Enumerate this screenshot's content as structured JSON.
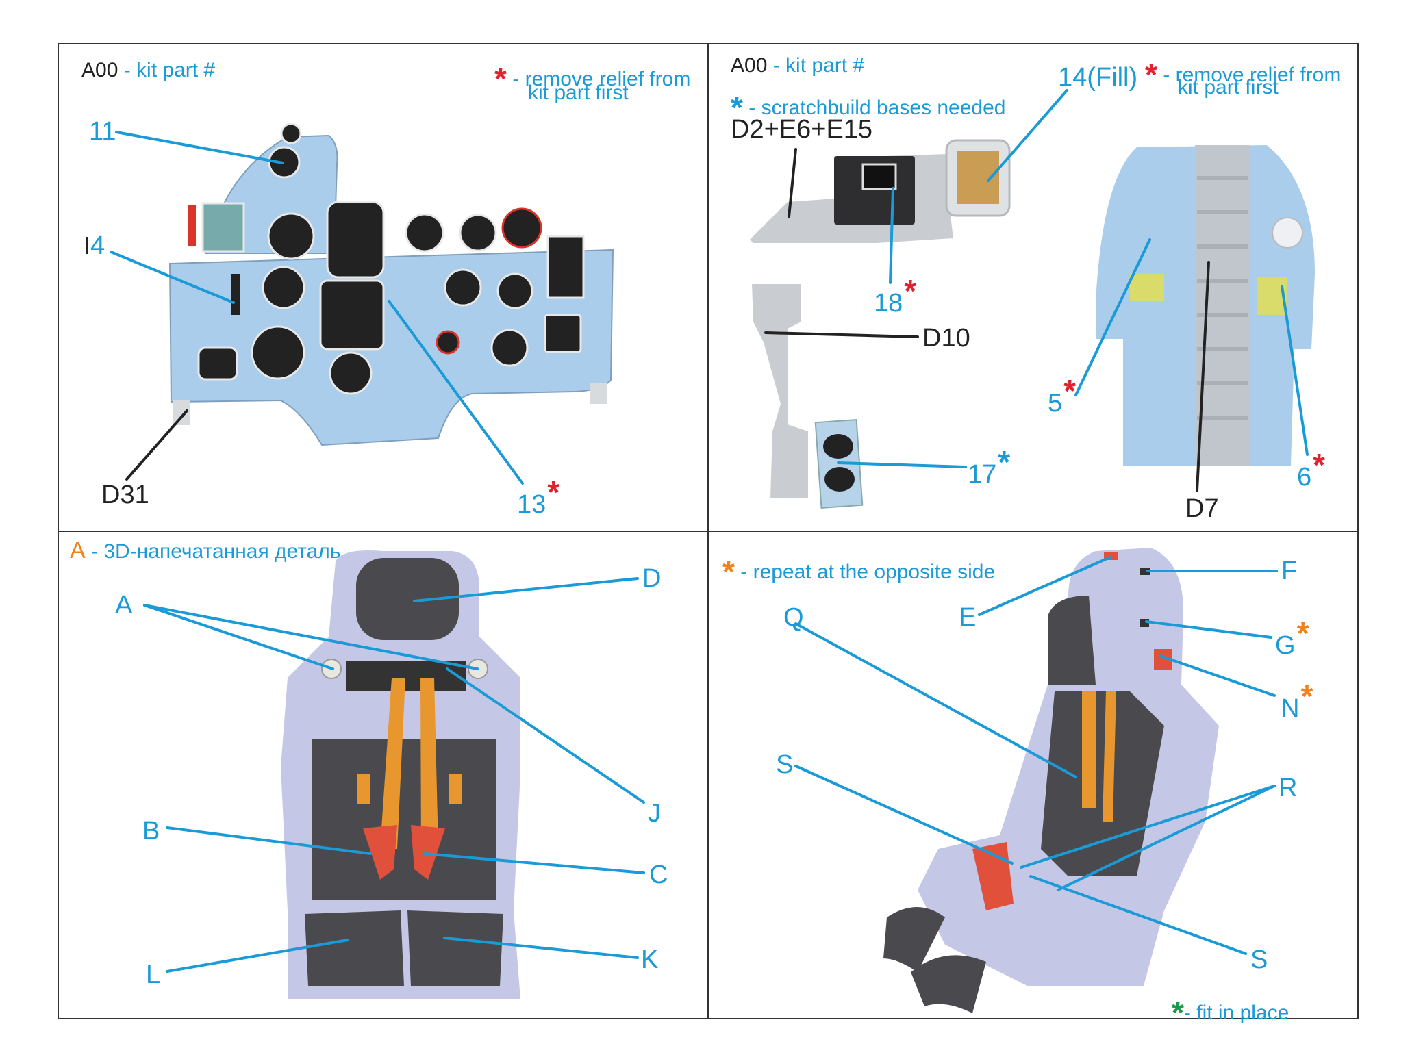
{
  "panels": {
    "instrument_panel": {
      "legend_part": {
        "code": "A00",
        "text": "- kit part #"
      },
      "legend_remove": {
        "symbol": "*",
        "line1": "- remove relief from",
        "line2": "kit part first"
      },
      "callouts": {
        "p11": "11",
        "p4": "4",
        "d31": "D31",
        "p13": "13",
        "p13_mark": "*"
      }
    },
    "side_consoles": {
      "legend_part": {
        "code": "A00",
        "text": "- kit part #"
      },
      "legend_scratch": {
        "symbol": "*",
        "text": "- scratchbuild bases needed"
      },
      "legend_remove": {
        "symbol": "*",
        "line1": "- remove relief from",
        "line2": "kit part first"
      },
      "callouts": {
        "d2": "D2+E6+E15",
        "p14": "14(Fill)",
        "p18": "18",
        "p18_mark": "*",
        "d10": "D10",
        "p17": "17",
        "p17_mark": "*",
        "p5": "5",
        "p5_mark": "*",
        "p6": "6",
        "p6_mark": "*",
        "d7": "D7"
      }
    },
    "seat_front": {
      "legend": {
        "code": "A",
        "text": "- 3D-напечатанная деталь"
      },
      "callouts": {
        "a": "A",
        "b": "B",
        "c": "C",
        "d": "D",
        "j": "J",
        "k": "K",
        "l": "L"
      }
    },
    "seat_side": {
      "legend_repeat": {
        "symbol": "*",
        "text": "- repeat at the opposite side"
      },
      "legend_fit": {
        "symbol": "*",
        "text": "- fit in place"
      },
      "callouts": {
        "e": "E",
        "f": "F",
        "g": "G",
        "g_mark": "*",
        "n": "N",
        "n_mark": "*",
        "q": "Q",
        "r": "R",
        "s1": "S",
        "s2": "S"
      }
    }
  },
  "colors": {
    "label_cyan": "#1a9ad6",
    "remove_red": "#e0212e",
    "repeat_orange": "#f0821e",
    "fit_green": "#1a9a48",
    "panel_blue": "#a9cdea",
    "resin_gray": "#c9ccd0",
    "seat_lavender": "#c4c8e6",
    "cushion_dark": "#4a4a4e",
    "harness_orange": "#e8962e",
    "handle_red": "#e0503a"
  }
}
